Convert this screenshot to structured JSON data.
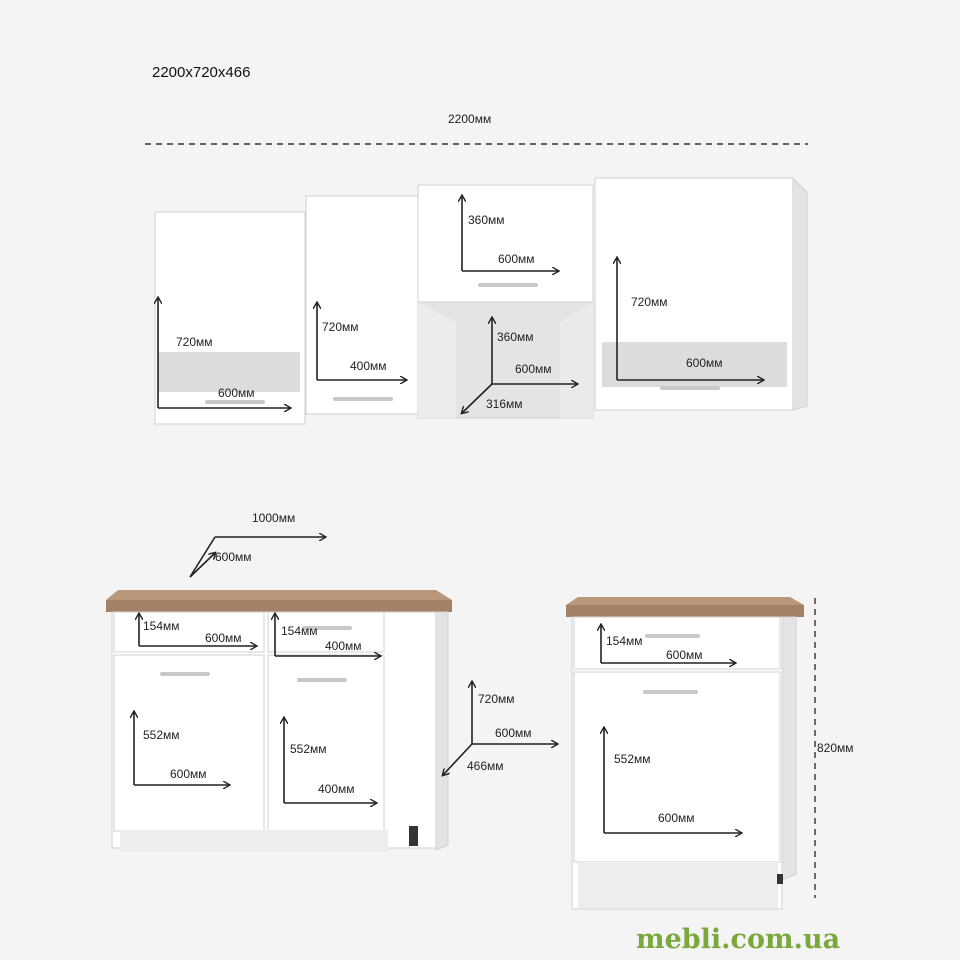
{
  "title": "2200x720x466",
  "total_width": "2200мм",
  "upper": {
    "cab1": {
      "height": "720мм",
      "width": "600мм"
    },
    "cab2": {
      "height": "720мм",
      "width": "400мм"
    },
    "cab3": {
      "height": "360мм",
      "width": "600мм"
    },
    "gap": {
      "height": "360мм",
      "width": "600мм",
      "depth": "316мм"
    },
    "cab4": {
      "height": "720мм",
      "width": "600мм"
    }
  },
  "lower": {
    "top": {
      "width": "1000мм",
      "depth": "600мм"
    },
    "drawer_left": {
      "height": "154мм",
      "width": "600мм"
    },
    "drawer_right": {
      "height": "154мм",
      "width": "400мм"
    },
    "door_left": {
      "height": "552мм",
      "width": "600мм"
    },
    "door_right": {
      "height": "552мм",
      "width": "400мм"
    },
    "gap": {
      "height": "720мм",
      "width": "600мм",
      "depth": "466мм"
    },
    "single": {
      "drawer": {
        "height": "154мм",
        "width": "600мм"
      },
      "door": {
        "height": "552мм",
        "width": "600мм"
      },
      "total_height": "820мм"
    }
  },
  "watermark": "mebli.com.ua"
}
